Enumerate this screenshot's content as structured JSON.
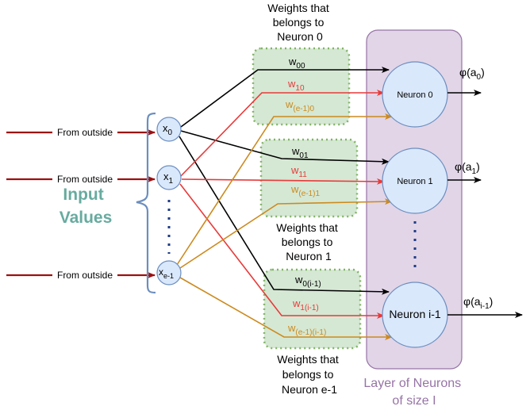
{
  "inputs": {
    "x0": {
      "main": "x",
      "sub": "0"
    },
    "x1": {
      "main": "x",
      "sub": "1"
    },
    "xe1": {
      "main": "x",
      "sub": "e-1"
    },
    "from_outside": "From outside",
    "dots": "⋮",
    "group_label": {
      "line1": "Input",
      "line2": "Values"
    }
  },
  "neurons": {
    "n0": "Neuron 0",
    "n1": "Neuron 1",
    "ni": "Neuron i-1",
    "layer_label": {
      "line1": "Layer of Neurons",
      "line2": "of size I"
    }
  },
  "outputs": {
    "o0": {
      "main": "φ(a",
      "sub": "0",
      "close": ")"
    },
    "o1": {
      "main": "φ(a",
      "sub": "1",
      "close": ")"
    },
    "oi": {
      "main": "φ(a",
      "sub": "i-1",
      "close": ")"
    }
  },
  "weight_groups": {
    "g0": {
      "title": [
        "Weights that",
        "belongs to",
        "Neuron 0"
      ],
      "w_black": {
        "main": "w",
        "sub": "00"
      },
      "w_red": {
        "main": "w",
        "sub": "10"
      },
      "w_orange": {
        "main": "w",
        "sub": "(e-1)0"
      }
    },
    "g1": {
      "title": [
        "Weights that",
        "belongs to",
        "Neuron 1"
      ],
      "w_black": {
        "main": "w",
        "sub": "01"
      },
      "w_red": {
        "main": "w",
        "sub": "11"
      },
      "w_orange": {
        "main": "w",
        "sub": "(e-1)1"
      }
    },
    "g2": {
      "title": [
        "Weights that",
        "belongs to",
        "Neuron e-1"
      ],
      "w_black": {
        "main": "w",
        "sub": "0(i-1)"
      },
      "w_red": {
        "main": "w",
        "sub": "1(i-1)"
      },
      "w_orange": {
        "main": "w",
        "sub": "(e-1)(i-1)"
      }
    }
  },
  "colors": {
    "black": "#000000",
    "red": "#e83a3a",
    "orange": "#cc8a1e",
    "input_arrow": "#9b1111",
    "weight_fill": "#d5e8d4",
    "weight_border": "#82b366",
    "layer_fill": "#e1d5e7",
    "layer_border": "#9673a6",
    "neuron_fill": "#dae8fc",
    "neuron_border": "#6c8ebf",
    "input_text": "#67ab9f",
    "layer_text": "#9673a6"
  }
}
